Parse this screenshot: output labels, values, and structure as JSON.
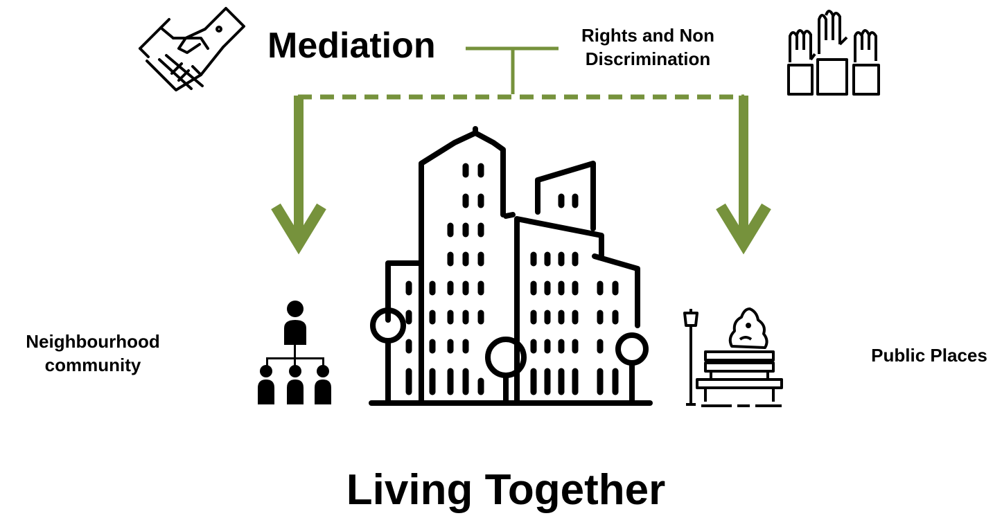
{
  "labels": {
    "mediation": "Mediation",
    "rights": "Rights and Non Discrimination",
    "neighbourhood": "Neighbourhood community",
    "public_places": "Public Places",
    "title": "Living Together"
  },
  "colors": {
    "accent": "#76923c",
    "ink": "#000000"
  },
  "icons": [
    "handshake-icon",
    "raised-hands-icon",
    "city-buildings-icon",
    "community-hierarchy-icon",
    "park-bench-icon"
  ]
}
